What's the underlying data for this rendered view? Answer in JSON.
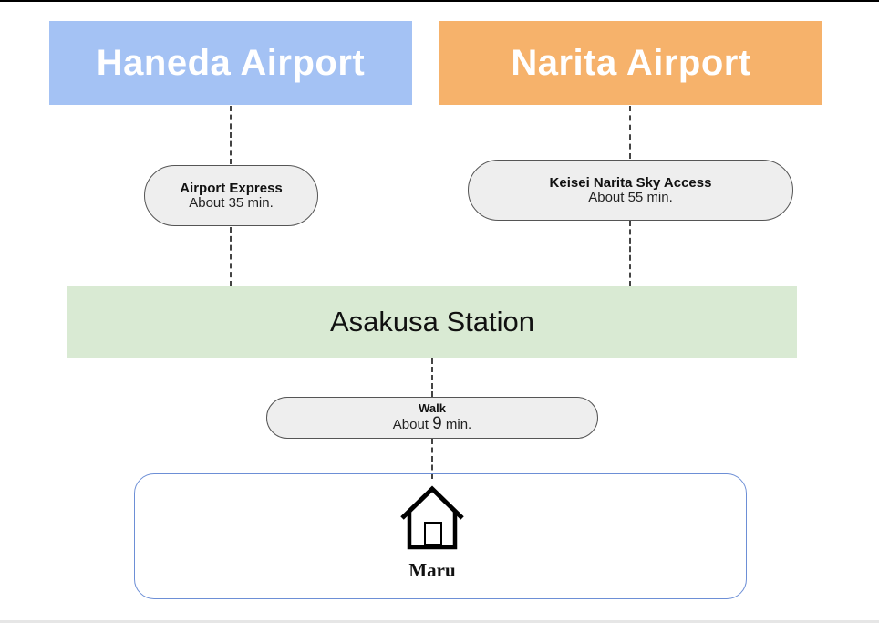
{
  "airports": {
    "haneda": {
      "label": "Haneda Airport",
      "color": "#a4c2f4"
    },
    "narita": {
      "label": "Narita Airport",
      "color": "#f6b26b"
    }
  },
  "routes": {
    "haneda": {
      "name": "Airport Express",
      "duration": "About 35 min."
    },
    "narita": {
      "name": "Keisei Narita Sky Access",
      "duration": "About 55 min."
    }
  },
  "station": {
    "label": "Asakusa Station",
    "color": "#d9ead3"
  },
  "walk": {
    "name": "Walk",
    "prefix": "About",
    "minutes": "9",
    "suffix": "min."
  },
  "destination": {
    "label": "Maru",
    "icon": "house-icon",
    "border_color": "#6d8fd6"
  }
}
